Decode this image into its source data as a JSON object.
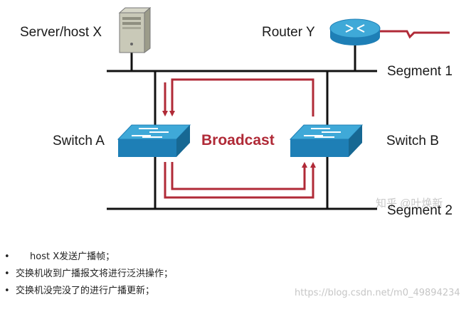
{
  "nodes": {
    "server": "Server/host X",
    "router": "Router Y",
    "switch_a": "Switch A",
    "switch_b": "Switch B"
  },
  "segments": {
    "seg1": "Segment 1",
    "seg2": "Segment 2"
  },
  "broadcast_label": "Broadcast",
  "watermark": "知乎 @叶焕新",
  "notes": [
    "host X发送广播帧；",
    "交换机收到广播报文将进行泛洪操作；",
    "交换机没完没了的进行广播更新；"
  ],
  "url": "https://blog.csdn.net/m0_49894234",
  "colors": {
    "arrow": "#b02a37",
    "switch_top": "#3fa9d8",
    "switch_side": "#1e7fb6"
  }
}
